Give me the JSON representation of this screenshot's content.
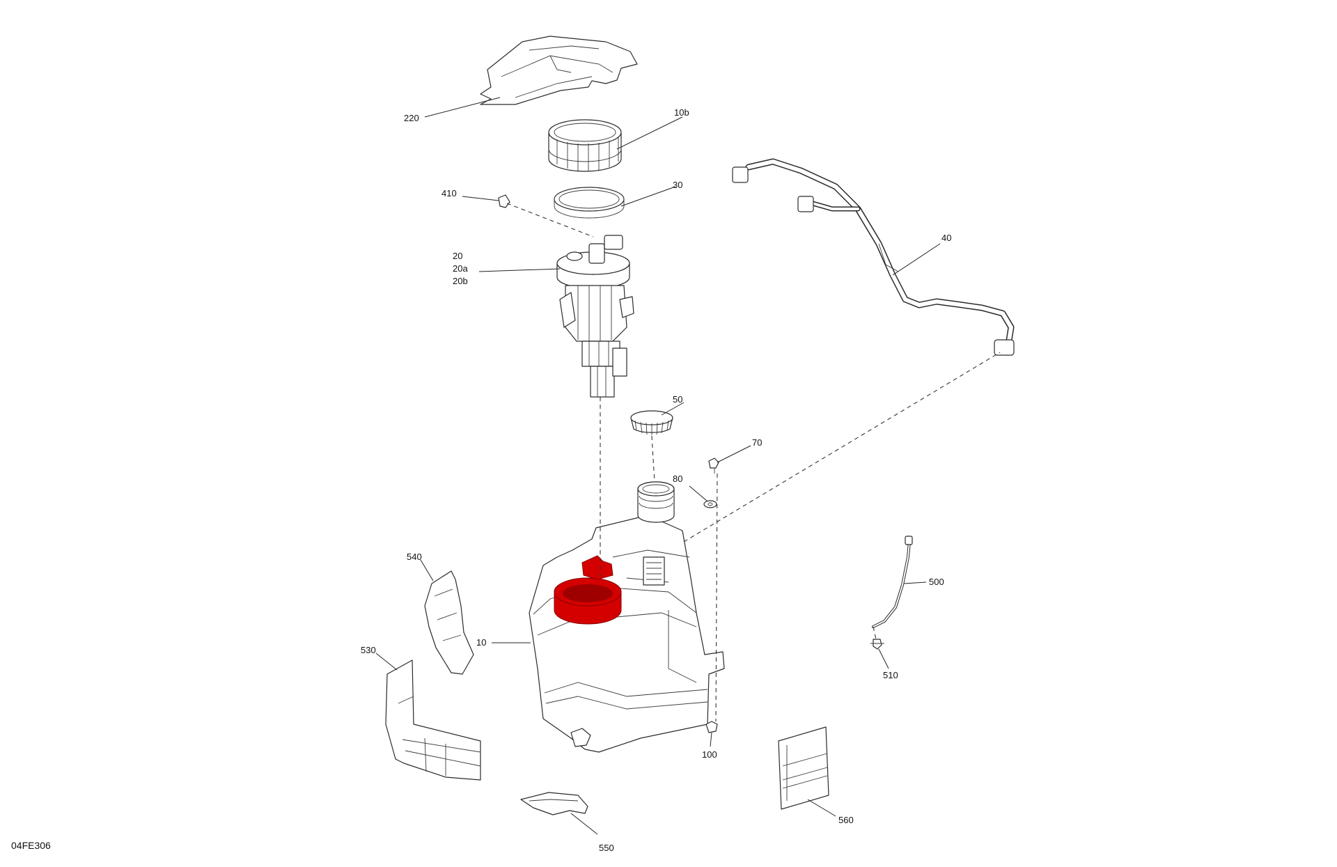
{
  "figure_code": "04FE306",
  "highlight_color": "#d40000",
  "highlighted_part": "10b",
  "callouts": [
    "220",
    "10b",
    "30",
    "410",
    "20",
    "20a",
    "20b",
    "40",
    "50",
    "70",
    "80",
    "540",
    "10",
    "530",
    "500",
    "510",
    "100",
    "560",
    "550"
  ]
}
